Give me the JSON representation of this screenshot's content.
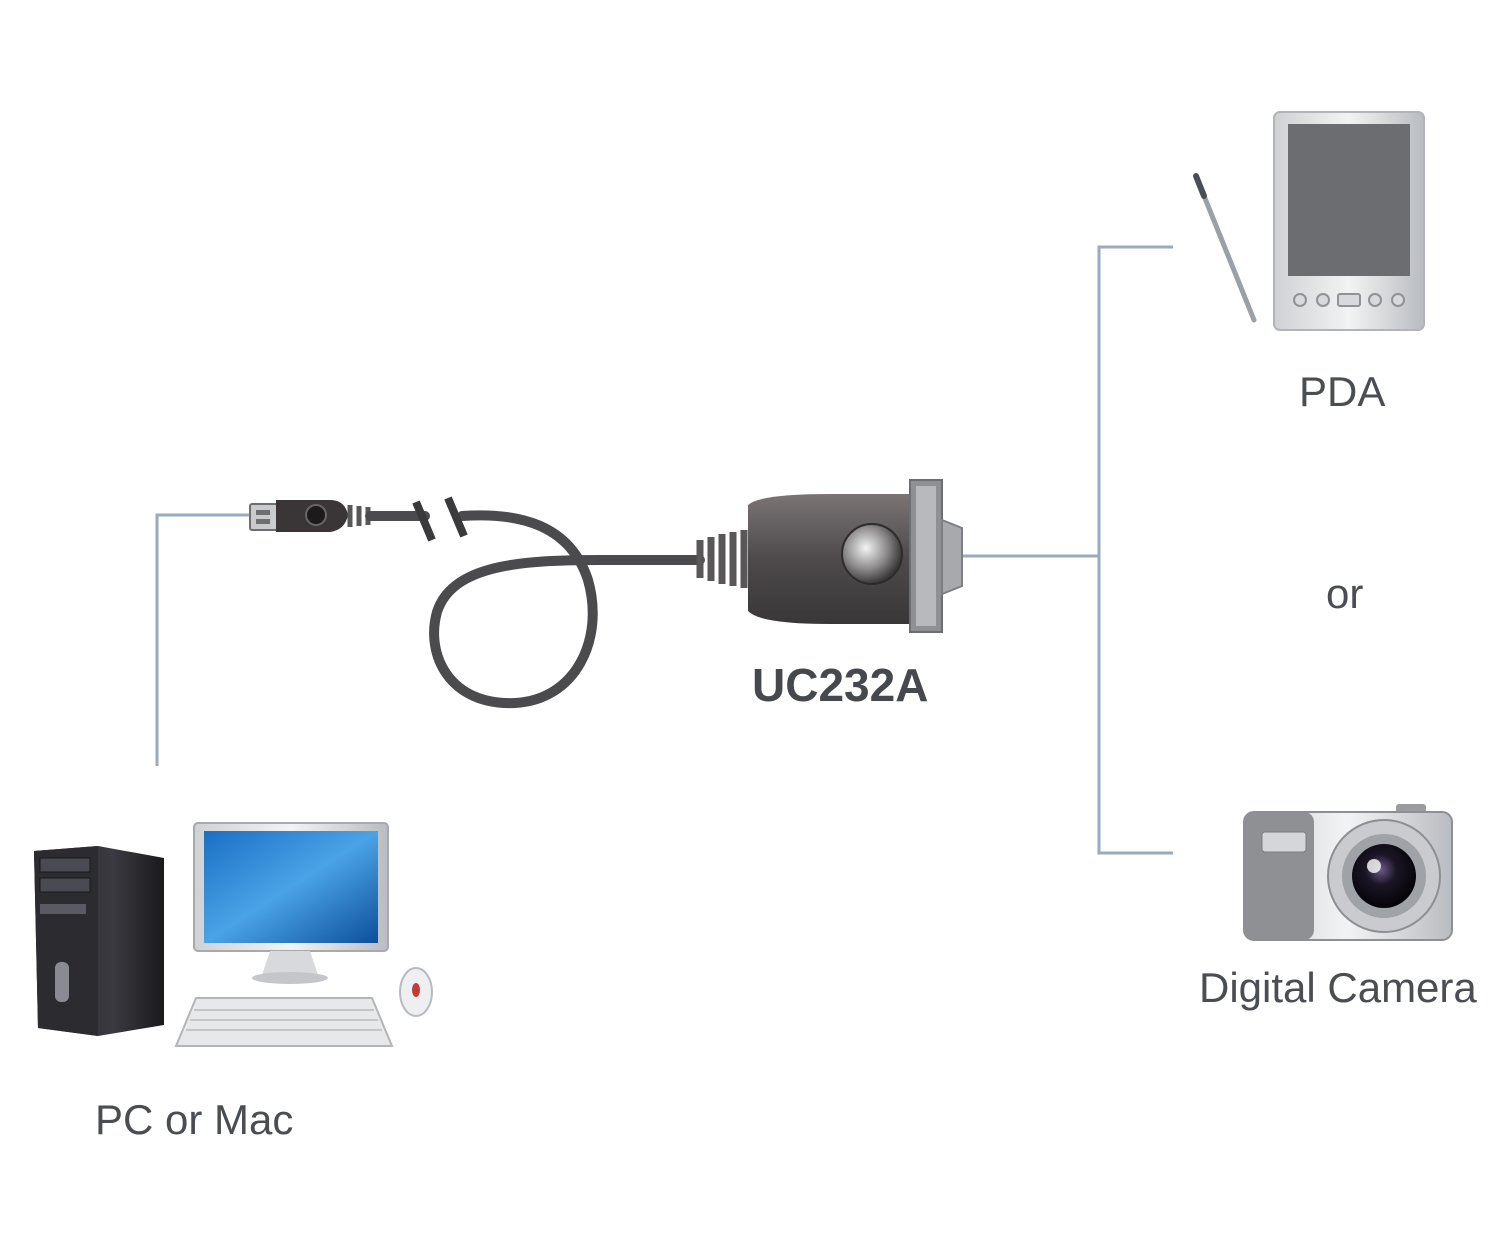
{
  "labels": {
    "computer": "PC or Mac",
    "product": "UC232A",
    "pda": "PDA",
    "separator": "or",
    "camera": "Digital Camera"
  },
  "colors": {
    "connector_line": "#9aabbb",
    "cable": "#4b4b4d",
    "adapter_body": "#5a5556",
    "label_text": "#4a4d52"
  }
}
